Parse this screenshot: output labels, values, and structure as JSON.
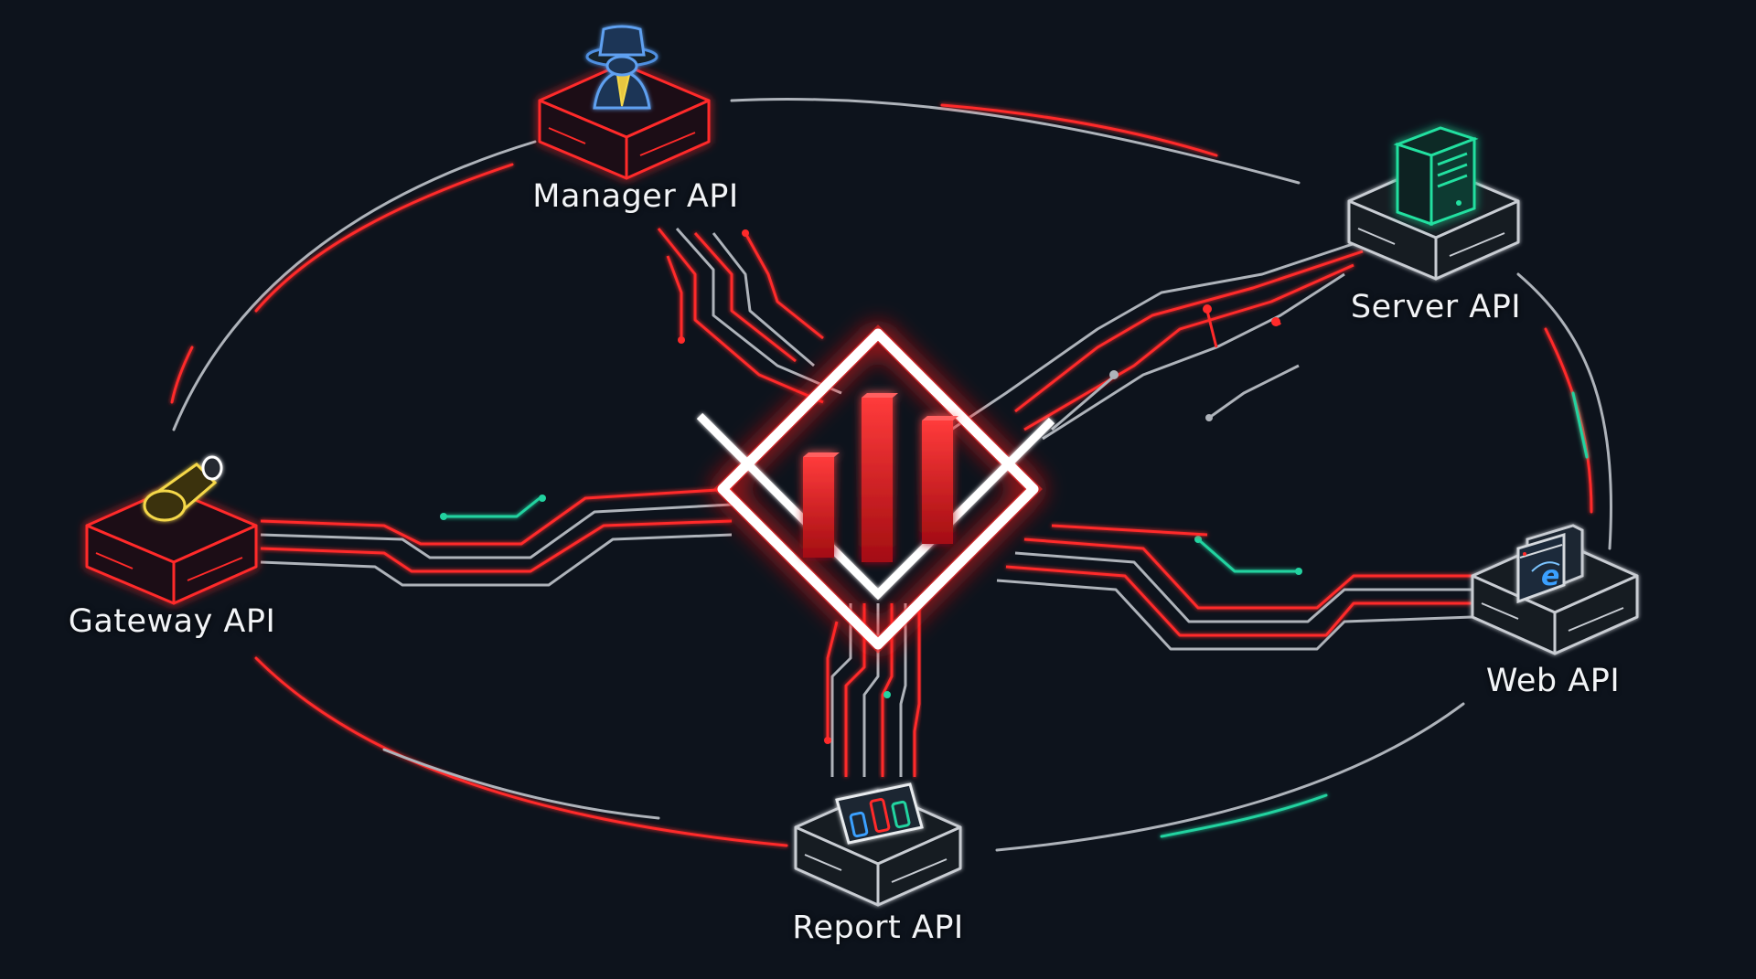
{
  "diagram": {
    "hub": {
      "icon": "bar-chart-diamond-logo"
    },
    "nodes": [
      {
        "id": "manager",
        "label": "Manager API",
        "icon": "detective-agent-icon",
        "accent": "#ff2a2a"
      },
      {
        "id": "server",
        "label": "Server API",
        "icon": "server-tower-icon",
        "accent": "#22e0a0"
      },
      {
        "id": "gateway",
        "label": "Gateway API",
        "icon": "key-plug-icon",
        "accent": "#ff2a2a"
      },
      {
        "id": "web",
        "label": "Web API",
        "icon": "browser-e-icon",
        "accent": "#3aa0ff"
      },
      {
        "id": "report",
        "label": "Report API",
        "icon": "report-chart-icon",
        "accent": "#c8ccd2"
      }
    ]
  },
  "colors": {
    "background": "#0d131c",
    "red": "#ff2a2a",
    "gray": "#aeb3ba",
    "green": "#22d3a0",
    "white": "#ffffff"
  }
}
